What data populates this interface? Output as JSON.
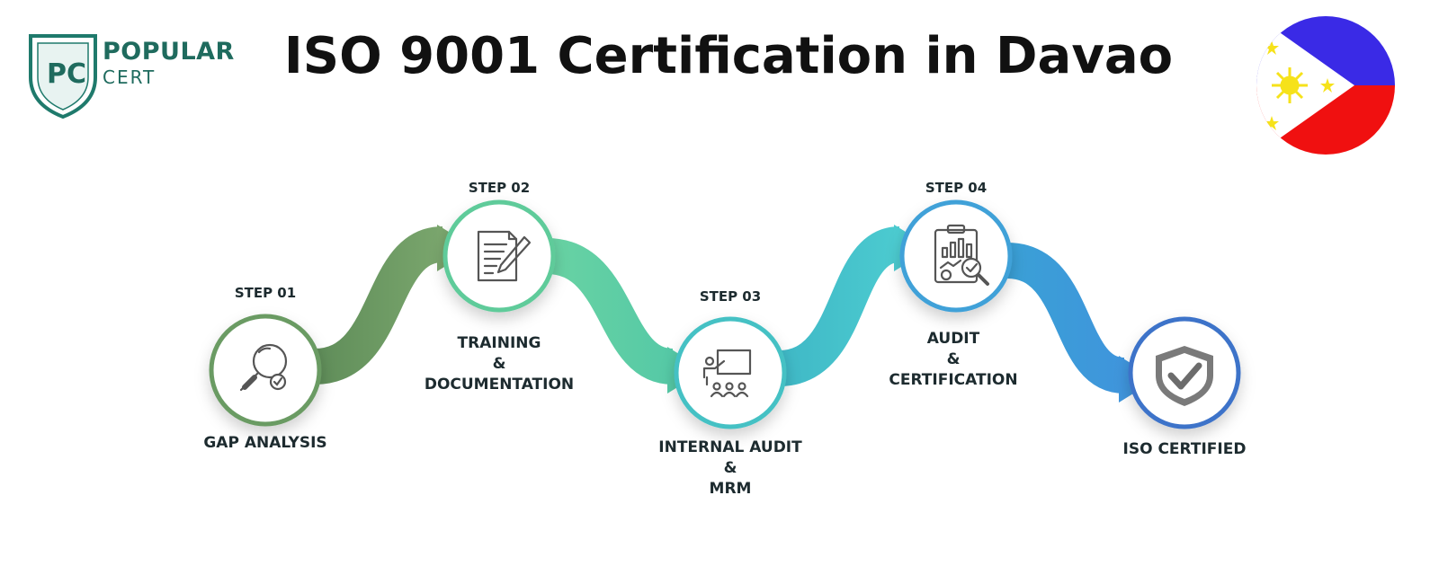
{
  "title": "ISO 9001 Certification in Davao",
  "logo": {
    "line1": "POPULAR",
    "line2": "CERT",
    "monogram": "PC"
  },
  "flag": {
    "country_icon": "philippines-flag",
    "colors": {
      "blue": "#3a2ae6",
      "red": "#f01010",
      "white": "#ffffff",
      "sun": "#f6e21a"
    }
  },
  "steps": [
    {
      "step": "STEP 01",
      "lines": [
        "GAP ANALYSIS"
      ],
      "icon": "magnifier-check-icon",
      "color": "#6b9b63"
    },
    {
      "step": "STEP 02",
      "lines": [
        "TRAINING",
        "&",
        "DOCUMENTATION"
      ],
      "icon": "document-pen-icon",
      "color": "#5ecb9a"
    },
    {
      "step": "STEP 03",
      "lines": [
        "INTERNAL AUDIT",
        "&",
        "MRM"
      ],
      "icon": "presentation-board-icon",
      "color": "#45c1c4"
    },
    {
      "step": "STEP 04",
      "lines": [
        "AUDIT",
        "&",
        "CERTIFICATION"
      ],
      "icon": "report-analysis-icon",
      "color": "#3fa1d8"
    },
    {
      "step": "",
      "lines": [
        "ISO CERTIFIED"
      ],
      "icon": "shield-check-icon",
      "color": "#3d73c9"
    }
  ]
}
